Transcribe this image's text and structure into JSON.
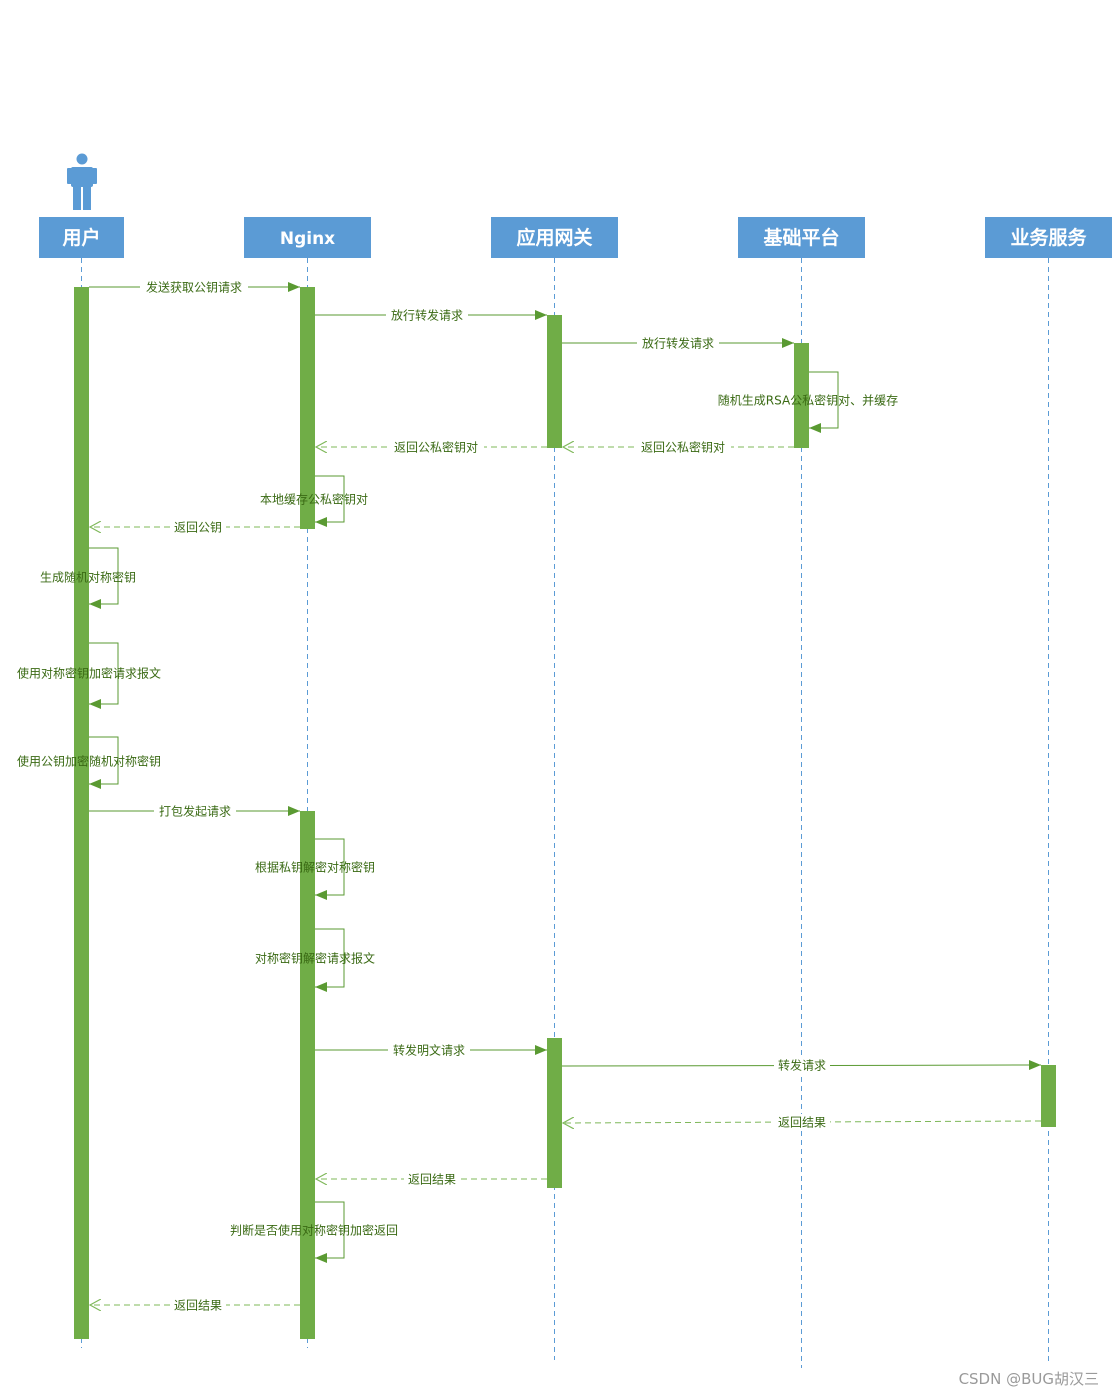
{
  "participants": [
    {
      "id": "user",
      "label": "用户"
    },
    {
      "id": "nginx",
      "label": "Nginx"
    },
    {
      "id": "gateway",
      "label": "应用网关"
    },
    {
      "id": "base",
      "label": "基础平台"
    },
    {
      "id": "biz",
      "label": "业务服务"
    }
  ],
  "messages": [
    {
      "label": "发送获取公钥请求",
      "from": "user",
      "to": "nginx",
      "style": "sync"
    },
    {
      "label": "放行转发请求",
      "from": "nginx",
      "to": "gateway",
      "style": "sync"
    },
    {
      "label": "放行转发请求",
      "from": "gateway",
      "to": "base",
      "style": "sync"
    },
    {
      "label": "随机生成RSA公私密钥对、并缓存",
      "from": "base",
      "to": "base",
      "style": "self"
    },
    {
      "label": "返回公私密钥对",
      "from": "base",
      "to": "gateway",
      "style": "return"
    },
    {
      "label": "返回公私密钥对",
      "from": "gateway",
      "to": "nginx",
      "style": "return"
    },
    {
      "label": "本地缓存公私密钥对",
      "from": "nginx",
      "to": "nginx",
      "style": "self"
    },
    {
      "label": "返回公钥",
      "from": "nginx",
      "to": "user",
      "style": "return"
    },
    {
      "label": "生成随机对称密钥",
      "from": "user",
      "to": "user",
      "style": "self"
    },
    {
      "label": "使用对称密钥加密请求报文",
      "from": "user",
      "to": "user",
      "style": "self"
    },
    {
      "label": "使用公钥加密随机对称密钥",
      "from": "user",
      "to": "user",
      "style": "self"
    },
    {
      "label": "打包发起请求",
      "from": "user",
      "to": "nginx",
      "style": "sync"
    },
    {
      "label": "根据私钥解密对称密钥",
      "from": "nginx",
      "to": "nginx",
      "style": "self"
    },
    {
      "label": "对称密钥解密请求报文",
      "from": "nginx",
      "to": "nginx",
      "style": "self"
    },
    {
      "label": "转发明文请求",
      "from": "nginx",
      "to": "gateway",
      "style": "sync"
    },
    {
      "label": "转发请求",
      "from": "gateway",
      "to": "biz",
      "style": "sync"
    },
    {
      "label": "返回结果",
      "from": "biz",
      "to": "gateway",
      "style": "return"
    },
    {
      "label": "返回结果",
      "from": "gateway",
      "to": "nginx",
      "style": "return"
    },
    {
      "label": "判断是否使用对称密钥加密返回",
      "from": "nginx",
      "to": "nginx",
      "style": "self"
    },
    {
      "label": "返回结果",
      "from": "nginx",
      "to": "user",
      "style": "return"
    }
  ],
  "colors": {
    "header_fill": "#5b9bd5",
    "lifeline": "#5b9bd5",
    "activation": "#70ad47",
    "arrow": "#5a9a32"
  },
  "actor_icon": "person-icon",
  "watermark": "CSDN @BUG胡汉三"
}
